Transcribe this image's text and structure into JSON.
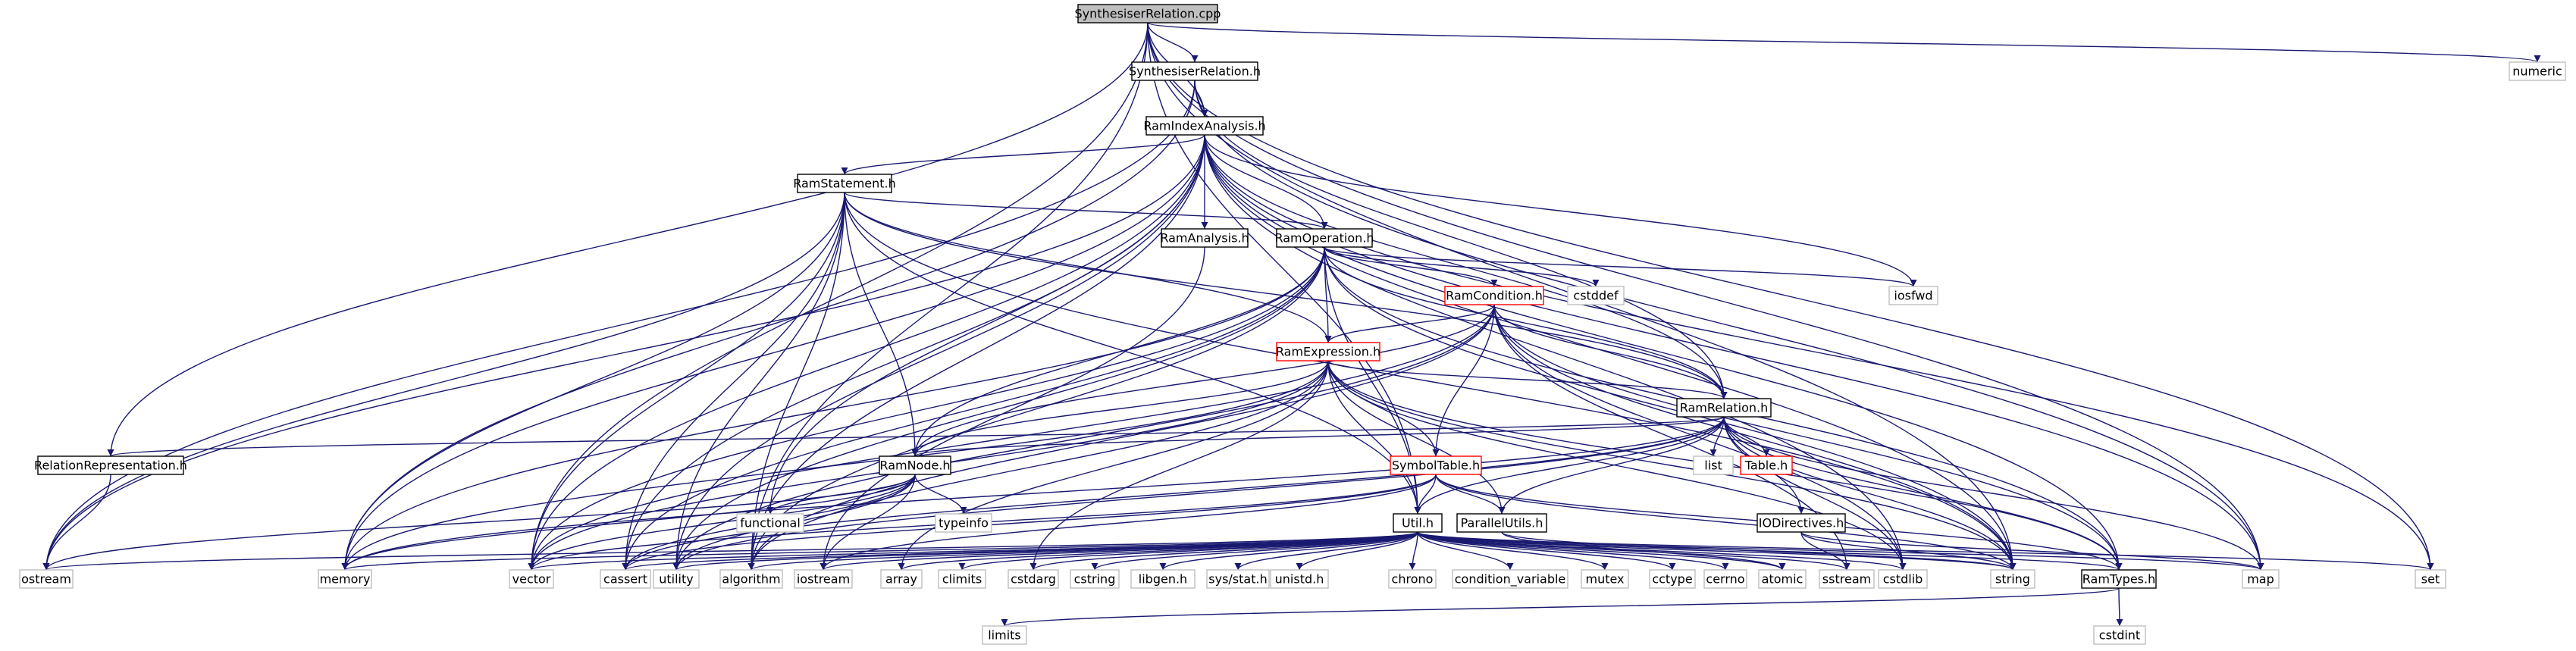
{
  "graph": {
    "colors": {
      "edge": "#191970",
      "node_border_default": "#000000",
      "node_border_system": "#bfbfbf",
      "node_border_incomplete": "#ff0000",
      "node_fill_default": "#ffffff",
      "node_fill_root": "#bfbfbf",
      "node_text_system": "#4d4d4d"
    },
    "nodes": [
      {
        "id": "root",
        "label": "SynthesiserRelation.cpp",
        "style": "root"
      },
      {
        "id": "synrel_h",
        "label": "SynthesiserRelation.h",
        "style": "default"
      },
      {
        "id": "numeric",
        "label": "numeric",
        "style": "system"
      },
      {
        "id": "ramindex",
        "label": "RamIndexAnalysis.h",
        "style": "default"
      },
      {
        "id": "ramstmt",
        "label": "RamStatement.h",
        "style": "default"
      },
      {
        "id": "ramanalysis",
        "label": "RamAnalysis.h",
        "style": "default"
      },
      {
        "id": "ramop",
        "label": "RamOperation.h",
        "style": "default"
      },
      {
        "id": "iosfwd",
        "label": "iosfwd",
        "style": "system"
      },
      {
        "id": "ramcond",
        "label": "RamCondition.h",
        "style": "incomplete"
      },
      {
        "id": "cstddef",
        "label": "cstddef",
        "style": "system"
      },
      {
        "id": "ramexpr",
        "label": "RamExpression.h",
        "style": "incomplete"
      },
      {
        "id": "ramrel",
        "label": "RamRelation.h",
        "style": "default"
      },
      {
        "id": "relrep",
        "label": "RelationRepresentation.h",
        "style": "default"
      },
      {
        "id": "ramnode",
        "label": "RamNode.h",
        "style": "default"
      },
      {
        "id": "symtab",
        "label": "SymbolTable.h",
        "style": "incomplete"
      },
      {
        "id": "list",
        "label": "list",
        "style": "system"
      },
      {
        "id": "table",
        "label": "Table.h",
        "style": "incomplete"
      },
      {
        "id": "functional",
        "label": "functional",
        "style": "system"
      },
      {
        "id": "typeinfo",
        "label": "typeinfo",
        "style": "system"
      },
      {
        "id": "util",
        "label": "Util.h",
        "style": "default"
      },
      {
        "id": "parutils",
        "label": "ParallelUtils.h",
        "style": "default"
      },
      {
        "id": "iodir",
        "label": "IODirectives.h",
        "style": "default"
      },
      {
        "id": "ostream",
        "label": "ostream",
        "style": "system"
      },
      {
        "id": "memory",
        "label": "memory",
        "style": "system"
      },
      {
        "id": "vector",
        "label": "vector",
        "style": "system"
      },
      {
        "id": "cassert",
        "label": "cassert",
        "style": "system"
      },
      {
        "id": "utility",
        "label": "utility",
        "style": "system"
      },
      {
        "id": "algorithm",
        "label": "algorithm",
        "style": "system"
      },
      {
        "id": "iostream",
        "label": "iostream",
        "style": "system"
      },
      {
        "id": "array",
        "label": "array",
        "style": "system"
      },
      {
        "id": "climits",
        "label": "climits",
        "style": "system"
      },
      {
        "id": "cstdarg",
        "label": "cstdarg",
        "style": "system"
      },
      {
        "id": "cstring",
        "label": "cstring",
        "style": "system"
      },
      {
        "id": "libgen",
        "label": "libgen.h",
        "style": "system"
      },
      {
        "id": "sysstat",
        "label": "sys/stat.h",
        "style": "system"
      },
      {
        "id": "unistd",
        "label": "unistd.h",
        "style": "system"
      },
      {
        "id": "chrono",
        "label": "chrono",
        "style": "system"
      },
      {
        "id": "condvar",
        "label": "condition_variable",
        "style": "system"
      },
      {
        "id": "mutex",
        "label": "mutex",
        "style": "system"
      },
      {
        "id": "cctype",
        "label": "cctype",
        "style": "system"
      },
      {
        "id": "cerrno",
        "label": "cerrno",
        "style": "system"
      },
      {
        "id": "atomic",
        "label": "atomic",
        "style": "system"
      },
      {
        "id": "sstream",
        "label": "sstream",
        "style": "system"
      },
      {
        "id": "cstdlib",
        "label": "cstdlib",
        "style": "system"
      },
      {
        "id": "string",
        "label": "string",
        "style": "system"
      },
      {
        "id": "ramtypes",
        "label": "RamTypes.h",
        "style": "default"
      },
      {
        "id": "map",
        "label": "map",
        "style": "system"
      },
      {
        "id": "set",
        "label": "set",
        "style": "system"
      },
      {
        "id": "limits",
        "label": "limits",
        "style": "system"
      },
      {
        "id": "cstdint",
        "label": "cstdint",
        "style": "system"
      }
    ],
    "edges": [
      [
        "root",
        "synrel_h"
      ],
      [
        "root",
        "ramindex"
      ],
      [
        "root",
        "relrep"
      ],
      [
        "root",
        "util"
      ],
      [
        "root",
        "numeric"
      ],
      [
        "root",
        "set"
      ],
      [
        "root",
        "vector"
      ],
      [
        "root",
        "algorithm"
      ],
      [
        "root",
        "string"
      ],
      [
        "root",
        "map"
      ],
      [
        "synrel_h",
        "ramindex"
      ],
      [
        "synrel_h",
        "ramrel"
      ],
      [
        "synrel_h",
        "memory"
      ],
      [
        "synrel_h",
        "ostream"
      ],
      [
        "synrel_h",
        "map"
      ],
      [
        "ramindex",
        "ramstmt"
      ],
      [
        "ramindex",
        "ramanalysis"
      ],
      [
        "ramindex",
        "ramop"
      ],
      [
        "ramindex",
        "ramrel"
      ],
      [
        "ramindex",
        "iosfwd"
      ],
      [
        "ramindex",
        "functional"
      ],
      [
        "ramindex",
        "ostream"
      ],
      [
        "ramindex",
        "cassert"
      ],
      [
        "ramindex",
        "utility"
      ],
      [
        "ramindex",
        "algorithm"
      ],
      [
        "ramindex",
        "vector"
      ],
      [
        "ramindex",
        "memory"
      ],
      [
        "ramindex",
        "cstdlib"
      ],
      [
        "ramindex",
        "string"
      ],
      [
        "ramindex",
        "set"
      ],
      [
        "ramindex",
        "map"
      ],
      [
        "ramindex",
        "ramtypes"
      ],
      [
        "ramstmt",
        "ramop"
      ],
      [
        "ramstmt",
        "ramexpr"
      ],
      [
        "ramstmt",
        "ramrel"
      ],
      [
        "ramstmt",
        "ramnode"
      ],
      [
        "ramstmt",
        "util"
      ],
      [
        "ramstmt",
        "memory"
      ],
      [
        "ramstmt",
        "vector"
      ],
      [
        "ramstmt",
        "cassert"
      ],
      [
        "ramstmt",
        "utility"
      ],
      [
        "ramstmt",
        "algorithm"
      ],
      [
        "ramstmt",
        "ostream"
      ],
      [
        "ramstmt",
        "string"
      ],
      [
        "ramanalysis",
        "iostream"
      ],
      [
        "ramop",
        "ramcond"
      ],
      [
        "ramop",
        "ramexpr"
      ],
      [
        "ramop",
        "ramrel"
      ],
      [
        "ramop",
        "ramnode"
      ],
      [
        "ramop",
        "util"
      ],
      [
        "ramop",
        "cstddef"
      ],
      [
        "ramop",
        "iosfwd"
      ],
      [
        "ramop",
        "cassert"
      ],
      [
        "ramop",
        "memory"
      ],
      [
        "ramop",
        "vector"
      ],
      [
        "ramop",
        "string"
      ],
      [
        "ramop",
        "ramtypes"
      ],
      [
        "ramop",
        "utility"
      ],
      [
        "ramop",
        "algorithm"
      ],
      [
        "ramcond",
        "ramexpr"
      ],
      [
        "ramcond",
        "ramrel"
      ],
      [
        "ramcond",
        "ramnode"
      ],
      [
        "ramcond",
        "symtab"
      ],
      [
        "ramcond",
        "string"
      ],
      [
        "ramcond",
        "cstdlib"
      ],
      [
        "ramcond",
        "vector"
      ],
      [
        "ramcond",
        "sstream"
      ],
      [
        "ramcond",
        "ramtypes"
      ],
      [
        "ramcond",
        "utility"
      ],
      [
        "ramcond",
        "algorithm"
      ],
      [
        "ramexpr",
        "ramrel"
      ],
      [
        "ramexpr",
        "ramnode"
      ],
      [
        "ramexpr",
        "symtab"
      ],
      [
        "ramexpr",
        "util"
      ],
      [
        "ramexpr",
        "parutils"
      ],
      [
        "ramexpr",
        "ramtypes"
      ],
      [
        "ramexpr",
        "string"
      ],
      [
        "ramexpr",
        "cstdlib"
      ],
      [
        "ramexpr",
        "array"
      ],
      [
        "ramexpr",
        "vector"
      ],
      [
        "ramexpr",
        "memory"
      ],
      [
        "ramexpr",
        "algorithm"
      ],
      [
        "ramexpr",
        "cstdarg"
      ],
      [
        "ramrel",
        "relrep"
      ],
      [
        "ramrel",
        "ramnode"
      ],
      [
        "ramrel",
        "util"
      ],
      [
        "ramrel",
        "parutils"
      ],
      [
        "ramrel",
        "iodir"
      ],
      [
        "ramrel",
        "list"
      ],
      [
        "ramrel",
        "table"
      ],
      [
        "ramrel",
        "ramtypes"
      ],
      [
        "ramrel",
        "string"
      ],
      [
        "ramrel",
        "map"
      ],
      [
        "ramrel",
        "cstdlib"
      ],
      [
        "ramrel",
        "cassert"
      ],
      [
        "ramrel",
        "utility"
      ],
      [
        "ramrel",
        "memory"
      ],
      [
        "relrep",
        "ostream"
      ],
      [
        "ramnode",
        "functional"
      ],
      [
        "ramnode",
        "typeinfo"
      ],
      [
        "ramnode",
        "vector"
      ],
      [
        "ramnode",
        "cassert"
      ],
      [
        "ramnode",
        "iostream"
      ],
      [
        "ramnode",
        "memory"
      ],
      [
        "ramnode",
        "utility"
      ],
      [
        "ramnode",
        "ostream"
      ],
      [
        "symtab",
        "util"
      ],
      [
        "symtab",
        "parutils"
      ],
      [
        "symtab",
        "ramtypes"
      ],
      [
        "symtab",
        "string"
      ],
      [
        "symtab",
        "vector"
      ],
      [
        "symtab",
        "cassert"
      ],
      [
        "symtab",
        "iostream"
      ],
      [
        "util",
        "ostream"
      ],
      [
        "util",
        "memory"
      ],
      [
        "util",
        "vector"
      ],
      [
        "util",
        "cassert"
      ],
      [
        "util",
        "utility"
      ],
      [
        "util",
        "algorithm"
      ],
      [
        "util",
        "iostream"
      ],
      [
        "util",
        "array"
      ],
      [
        "util",
        "climits"
      ],
      [
        "util",
        "cstdarg"
      ],
      [
        "util",
        "cstring"
      ],
      [
        "util",
        "libgen"
      ],
      [
        "util",
        "sysstat"
      ],
      [
        "util",
        "unistd"
      ],
      [
        "util",
        "chrono"
      ],
      [
        "util",
        "condvar"
      ],
      [
        "util",
        "mutex"
      ],
      [
        "util",
        "cctype"
      ],
      [
        "util",
        "cerrno"
      ],
      [
        "util",
        "atomic"
      ],
      [
        "util",
        "sstream"
      ],
      [
        "util",
        "cstdlib"
      ],
      [
        "util",
        "string"
      ],
      [
        "util",
        "ramtypes"
      ],
      [
        "util",
        "map"
      ],
      [
        "util",
        "set"
      ],
      [
        "parutils",
        "atomic"
      ],
      [
        "parutils",
        "string"
      ],
      [
        "iodir",
        "sstream"
      ],
      [
        "iodir",
        "string"
      ],
      [
        "iodir",
        "map"
      ],
      [
        "ramtypes",
        "cstdint"
      ],
      [
        "ramtypes",
        "limits"
      ]
    ]
  }
}
